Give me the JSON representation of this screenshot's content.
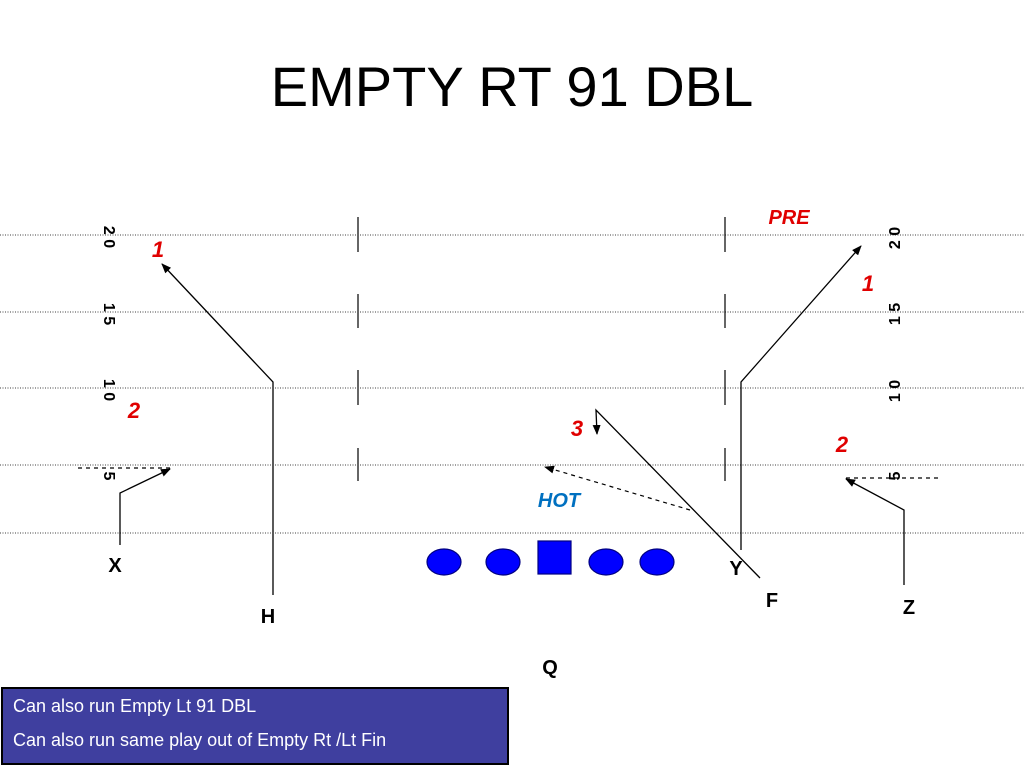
{
  "title": "EMPTY RT 91 DBL",
  "yard_numbers": {
    "left": [
      "2 0",
      "1 5",
      "1 0",
      "5"
    ],
    "right": [
      "2 0",
      "1 5",
      "1 0",
      "5"
    ]
  },
  "players": {
    "x": "X",
    "h": "H",
    "y": "Y",
    "f": "F",
    "z": "Z",
    "q": "Q"
  },
  "tags": {
    "pre": "PRE",
    "hot": "HOT"
  },
  "progressions": {
    "h_route": "1",
    "x_route": "2",
    "y_route": "1",
    "z_route": "2",
    "f_route": "3"
  },
  "colors": {
    "lineman": "#0000ff",
    "lineman_outline": "#000080",
    "progression": "#e00000",
    "hot": "#0070c0",
    "notes_bg": "#3f3f9f"
  },
  "notes": [
    "Can also run Empty Lt 91 DBL",
    "Can also run same play out of Empty Rt /Lt Fin"
  ]
}
